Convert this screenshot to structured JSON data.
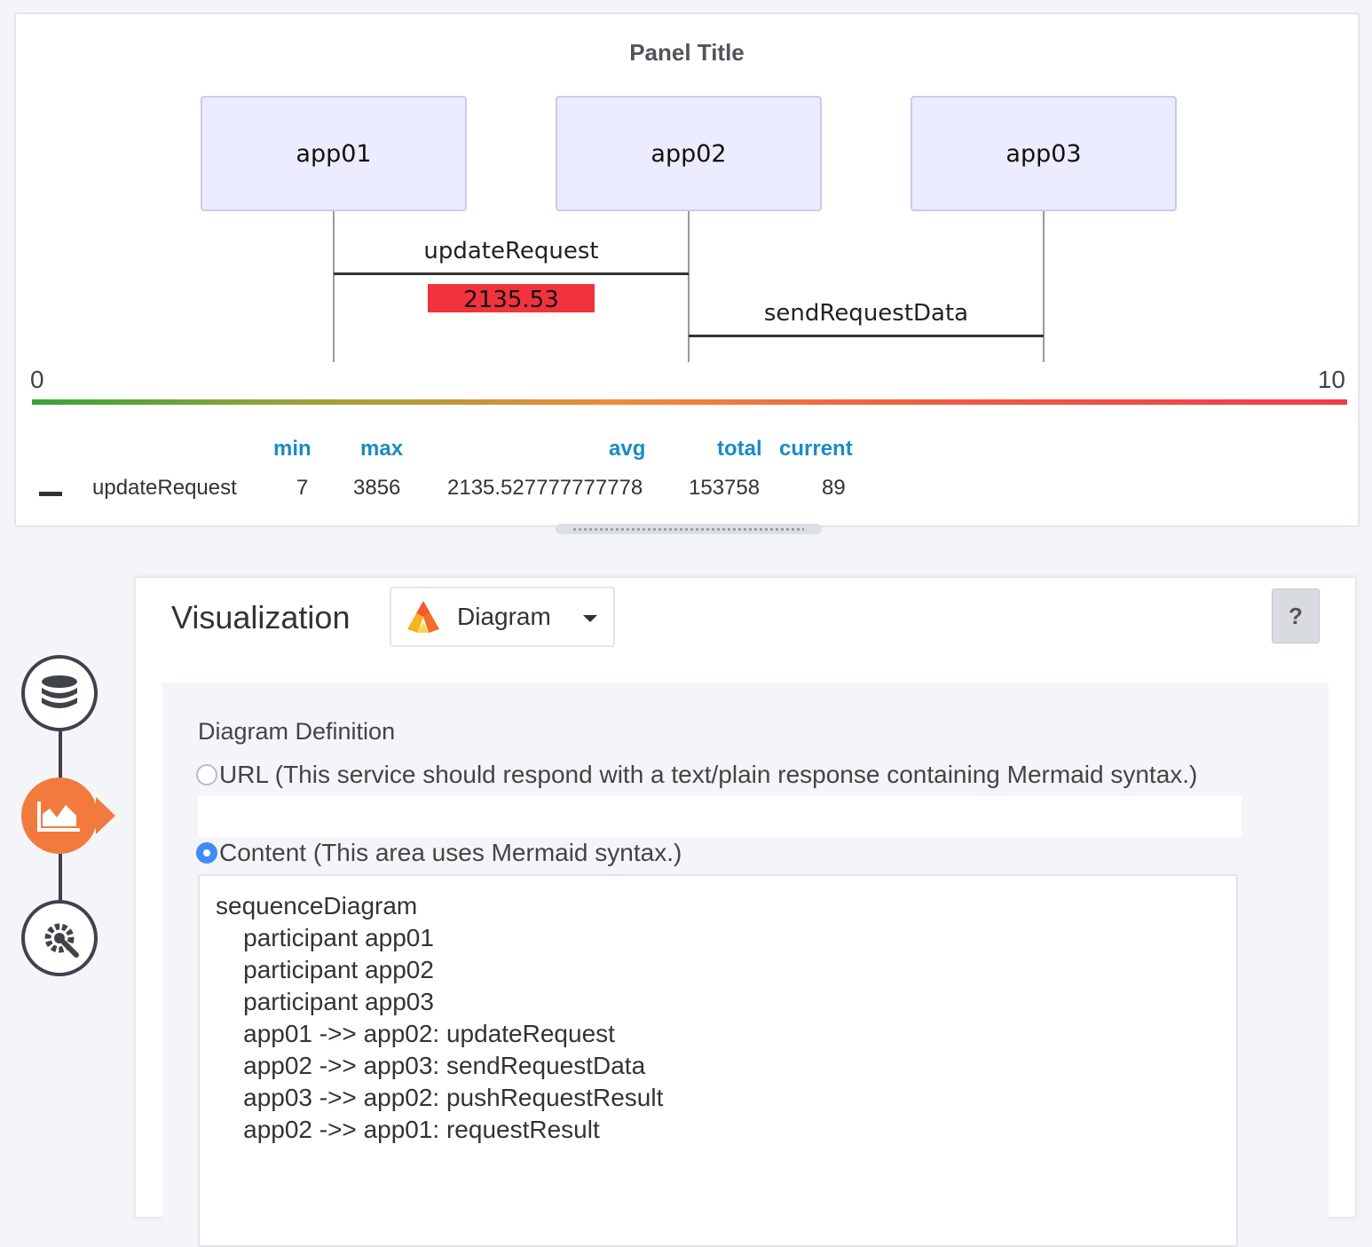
{
  "panel": {
    "title": "Panel Title",
    "diagram": {
      "participants": [
        "app01",
        "app02",
        "app03"
      ],
      "messages": [
        {
          "from": "app01",
          "to": "app02",
          "label": "updateRequest",
          "metric": "2135.53"
        },
        {
          "from": "app02",
          "to": "app03",
          "label": "sendRequestData"
        }
      ],
      "metric_color": "#f0333d"
    },
    "scale": {
      "min_label": "0",
      "max_label": "10"
    },
    "legend": {
      "headers": [
        "min",
        "max",
        "avg",
        "total",
        "current"
      ],
      "rows": [
        {
          "name": "updateRequest",
          "min": "7",
          "max": "3856",
          "avg": "2135.527777777778",
          "total": "153758",
          "current": "89"
        }
      ]
    }
  },
  "editor": {
    "title": "Visualization",
    "plugin_select": {
      "label": "Diagram",
      "icon": "diagram-plugin-icon"
    },
    "help_label": "?",
    "section_label": "Diagram Definition",
    "url_option": "URL (This service should respond with a text/plain response containing Mermaid syntax.)",
    "url_value": "",
    "content_option": "Content (This area uses Mermaid syntax.)",
    "content_value": "sequenceDiagram\n    participant app01\n    participant app02\n    participant app03\n    app01 ->> app02: updateRequest\n    app02 ->> app03: sendRequestData\n    app03 ->> app02: pushRequestResult\n    app02 ->> app01: requestResult",
    "selected_option": "content"
  },
  "nav": {
    "steps": [
      {
        "icon": "database-icon",
        "active": false
      },
      {
        "icon": "chart-area-icon",
        "active": true
      },
      {
        "icon": "gear-wrench-icon",
        "active": false
      }
    ],
    "accent": "#f37a3e"
  }
}
